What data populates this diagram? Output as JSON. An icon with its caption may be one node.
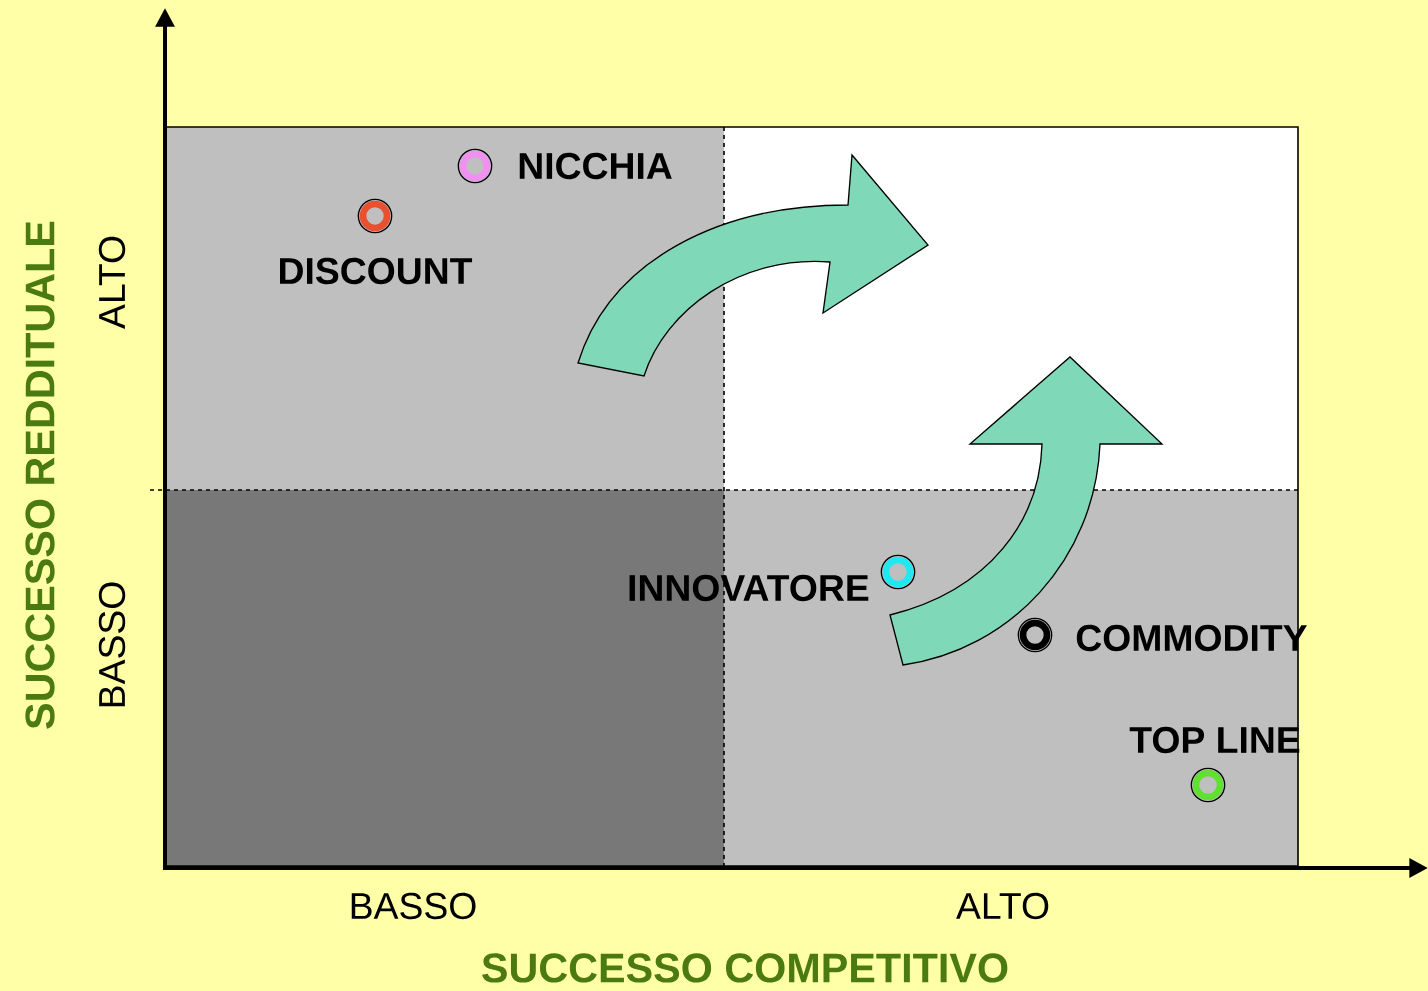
{
  "diagram": {
    "nodes": [
      {
        "text": [
          "NICCHIA"
        ]
      },
      {
        "text": [
          "DISCOUNT"
        ]
      },
      {
        "text": [
          "INNOVATORE"
        ]
      },
      {
        "text": [
          "COMMODITY"
        ]
      },
      {
        "text": [
          "TOP LINE"
        ]
      }
    ],
    "labels": [
      "SUCCESSO REDDITUALE",
      "ALTO",
      "BASSO",
      "BASSO",
      "ALTO",
      "SUCCESSO COMPETITIVO"
    ]
  }
}
